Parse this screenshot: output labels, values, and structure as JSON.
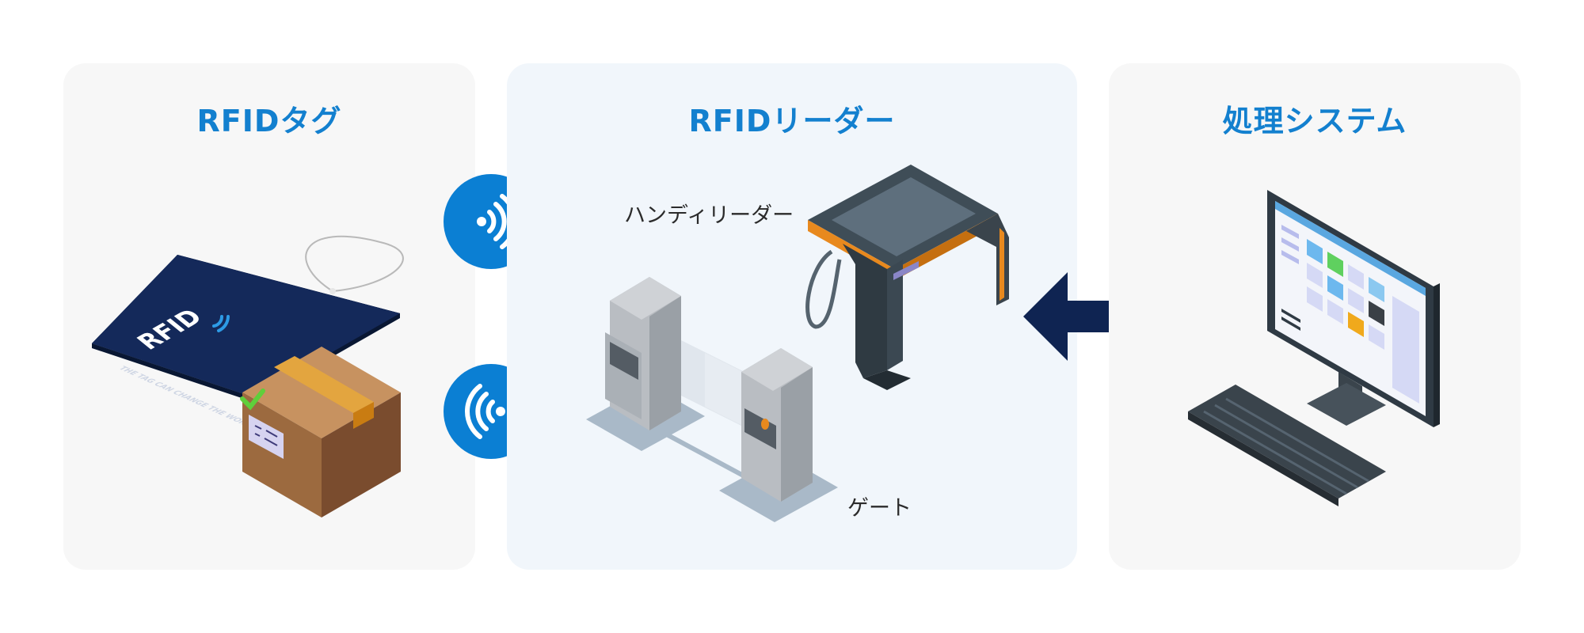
{
  "panels": {
    "tag": {
      "title": "RFIDタグ"
    },
    "reader": {
      "title": "RFIDリーダー",
      "handy_label": "ハンディリーダー",
      "gate_label": "ゲート"
    },
    "system": {
      "title": "処理システム"
    }
  },
  "tag_card": {
    "logo": "RFID",
    "tagline": "THE TAG CAN CHANGE THE WORLD"
  },
  "icons": {
    "wireless_top": "wireless-signal-icon",
    "wireless_bottom": "wireless-signal-icon",
    "arrow": "double-arrow-icon"
  },
  "colors": {
    "accent": "#1380cf",
    "navy": "#0f2452",
    "signal": "#0b7fd3",
    "orange": "#e8891e"
  }
}
